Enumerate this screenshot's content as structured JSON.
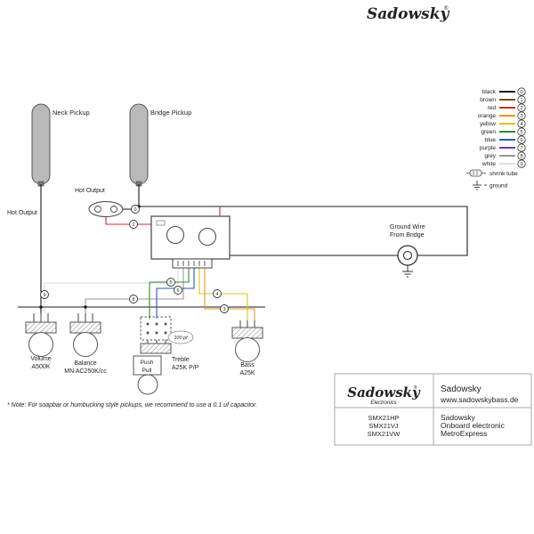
{
  "header": {
    "brand": "Sadowsky",
    "reg": "®"
  },
  "colors": {
    "black": "#1a1a1a",
    "brown": "#7a4a1e",
    "red": "#d42a2a",
    "orange": "#f0941f",
    "yellow": "#d9c71d",
    "green": "#2e8b34",
    "blue": "#2456c8",
    "purple": "#7b2fbe",
    "grey": "#999999",
    "white": "#e0e0e0"
  },
  "legend": {
    "items": [
      {
        "label": "black",
        "num": "0"
      },
      {
        "label": "brown",
        "num": "1"
      },
      {
        "label": "red",
        "num": "2"
      },
      {
        "label": "orange",
        "num": "3"
      },
      {
        "label": "yellow",
        "num": "4"
      },
      {
        "label": "green",
        "num": "5"
      },
      {
        "label": "blue",
        "num": "6"
      },
      {
        "label": "purple",
        "num": "7"
      },
      {
        "label": "grey",
        "num": "8"
      },
      {
        "label": "white",
        "num": "9"
      }
    ],
    "shrink_tube_label": "shrink tube",
    "ground_label": "ground"
  },
  "diagram": {
    "neck_pickup": "Neck Pickup",
    "bridge_pickup": "Bridge Pickup",
    "hot_output_left": "Hot Output",
    "hot_output_top": "Hot Output",
    "ground_wire": [
      "Ground Wire",
      "From Bridge"
    ],
    "volume": [
      "Volume",
      "A500K"
    ],
    "balance": [
      "Balance",
      "MN AC250K/cc"
    ],
    "treble": [
      "Treble",
      "A25K P/P"
    ],
    "push_pull": [
      "Push",
      "Pull"
    ],
    "bass": [
      "Bass",
      "A25K"
    ],
    "cap_value": "100 pf",
    "markers": [
      {
        "num": "0"
      },
      {
        "num": "2"
      },
      {
        "num": "9"
      },
      {
        "num": "8"
      },
      {
        "num": "5"
      },
      {
        "num": "6"
      },
      {
        "num": "4"
      },
      {
        "num": "3"
      }
    ]
  },
  "note": "* Note: For soapbar or humbucking style pickups, we recommend to use a 0.1 uf capacitor.",
  "footer": {
    "logo_brand": "Sadowsky",
    "logo_reg": "®",
    "logo_sub": "Electronics",
    "company": "Sadowsky",
    "website": "www.sadowskybass.de",
    "models": [
      "SMX21HP",
      "SMX21VJ",
      "SMX21VW"
    ],
    "product": [
      "Sadowsky",
      "Onboard electronic",
      "MetroExpress"
    ]
  }
}
